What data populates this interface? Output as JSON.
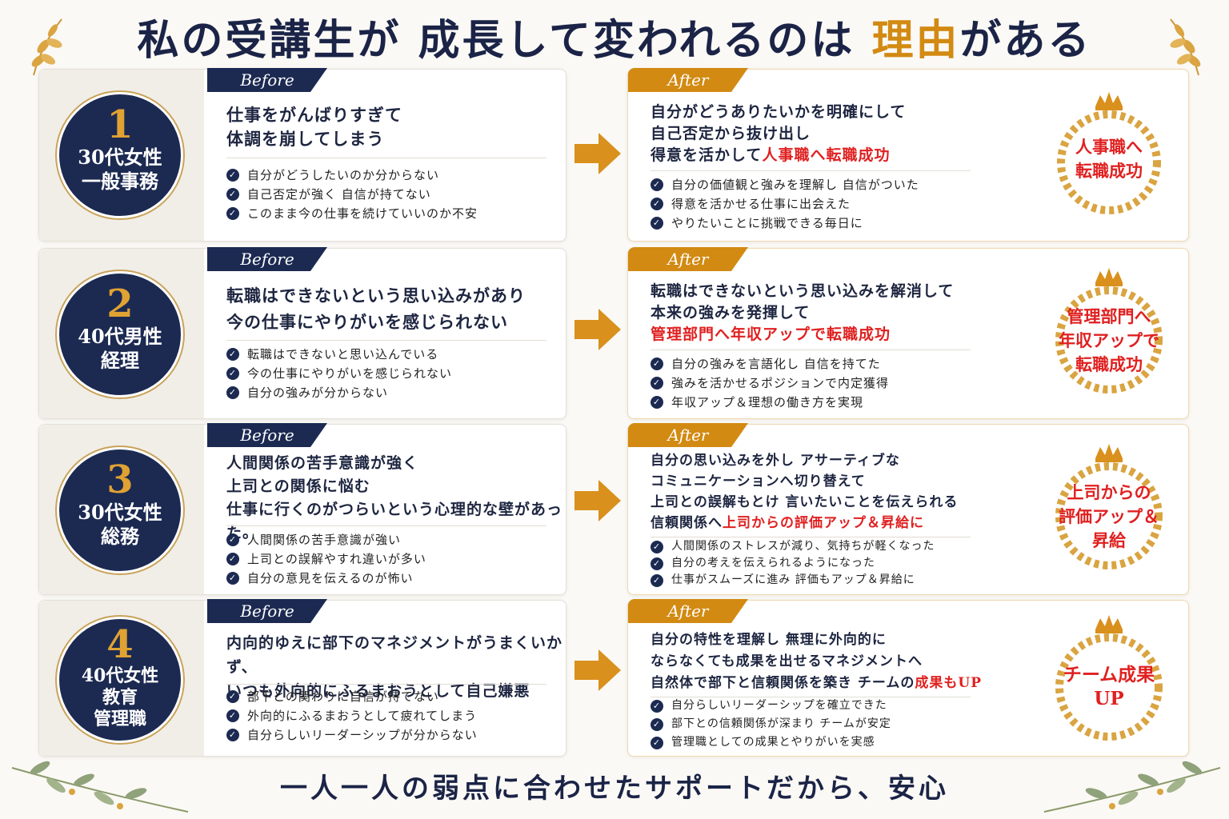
{
  "title": {
    "pre": "私の受講生が 成長して変われるのは ",
    "highlight": "理由",
    "post": "がある"
  },
  "before_tag": "Before",
  "after_tag": "After",
  "footer": "一人一人の弱点に合わせたサポートだから、安心",
  "cases": [
    {
      "number": "1",
      "person": "30代女性\n一般事務",
      "before_headline": [
        "仕事をがんばりすぎて",
        "体調を崩してしまう"
      ],
      "before_checks": [
        "自分がどうしたいのか分からない",
        "自己否定が強く 自信が持てない",
        "このまま今の仕事を続けていいのか不安"
      ],
      "after_lines": [
        "自分がどうありたいかを明確にして",
        "自己否定から抜け出し"
      ],
      "after_last_plain": "得意を活かして",
      "after_last_red": "人事職へ転職成功",
      "after_checks": [
        "自分の価値観と強みを理解し 自信がついた",
        "得意を活かせる仕事に出会えた",
        "やりたいことに挑戦できる毎日に"
      ],
      "badge": "人事職へ\n転職成功"
    },
    {
      "number": "2",
      "person": "40代男性\n経理",
      "before_headline": [
        "転職はできないという思い込みがあり",
        "今の仕事にやりがいを感じられない"
      ],
      "before_checks": [
        "転職はできないと思い込んでいる",
        "今の仕事にやりがいを感じられない",
        "自分の強みが分からない"
      ],
      "after_lines": [
        "転職はできないという思い込みを解消して",
        "本来の強みを発揮して"
      ],
      "after_last_plain": "",
      "after_last_red": "管理部門へ年収アップで転職成功",
      "after_checks": [
        "自分の強みを言語化し 自信を持てた",
        "強みを活かせるポジションで内定獲得",
        "年収アップ＆理想の働き方を実現"
      ],
      "badge": "管理部門へ\n年収アップで\n転職成功"
    },
    {
      "number": "3",
      "person": "30代女性\n総務",
      "before_headline": [
        "人間関係の苦手意識が強く",
        "上司との関係に悩む",
        "仕事に行くのがつらいという心理的な壁があった。"
      ],
      "before_checks": [
        "人間関係の苦手意識が強い",
        "上司との誤解やすれ違いが多い",
        "自分の意見を伝えるのが怖い"
      ],
      "after_lines": [
        "自分の思い込みを外し アサーティブな",
        "コミュニケーションへ切り替えて",
        "上司との誤解もとけ 言いたいことを伝えられる"
      ],
      "after_last_plain": "信頼関係へ",
      "after_last_red": "上司からの評価アップ＆昇給に",
      "after_checks": [
        "人間関係のストレスが減り、気持ちが軽くなった",
        "自分の考えを伝えられるようになった",
        "仕事がスムーズに進み 評価もアップ＆昇給に"
      ],
      "badge": "上司からの\n評価アップ＆\n昇給"
    },
    {
      "number": "4",
      "person": "40代女性\n教育\n管理職",
      "before_headline": [
        "内向的ゆえに部下のマネジメントがうまくいかず、",
        "いつも外向的にふるまおうとして自己嫌悪"
      ],
      "before_checks": [
        "部下との関わりに自信が持てない",
        "外向的にふるまおうとして疲れてしまう",
        "自分らしいリーダーシップが分からない"
      ],
      "after_lines": [
        "自分の特性を理解し 無理に外向的に",
        "ならなくても成果を出せるマネジメントへ"
      ],
      "after_last_plain": "自然体で部下と信頼関係を築き チームの",
      "after_last_red": "成果もUP",
      "after_checks": [
        "自分らしいリーダーシップを確立できた",
        "部下との信頼関係が深まり チームが安定",
        "管理職としての成果とやりがいを実感"
      ],
      "badge": "チーム成果\nUP"
    }
  ],
  "colors": {
    "navy": "#1c2a52",
    "gold": "#d28a12",
    "red": "#e02020"
  }
}
